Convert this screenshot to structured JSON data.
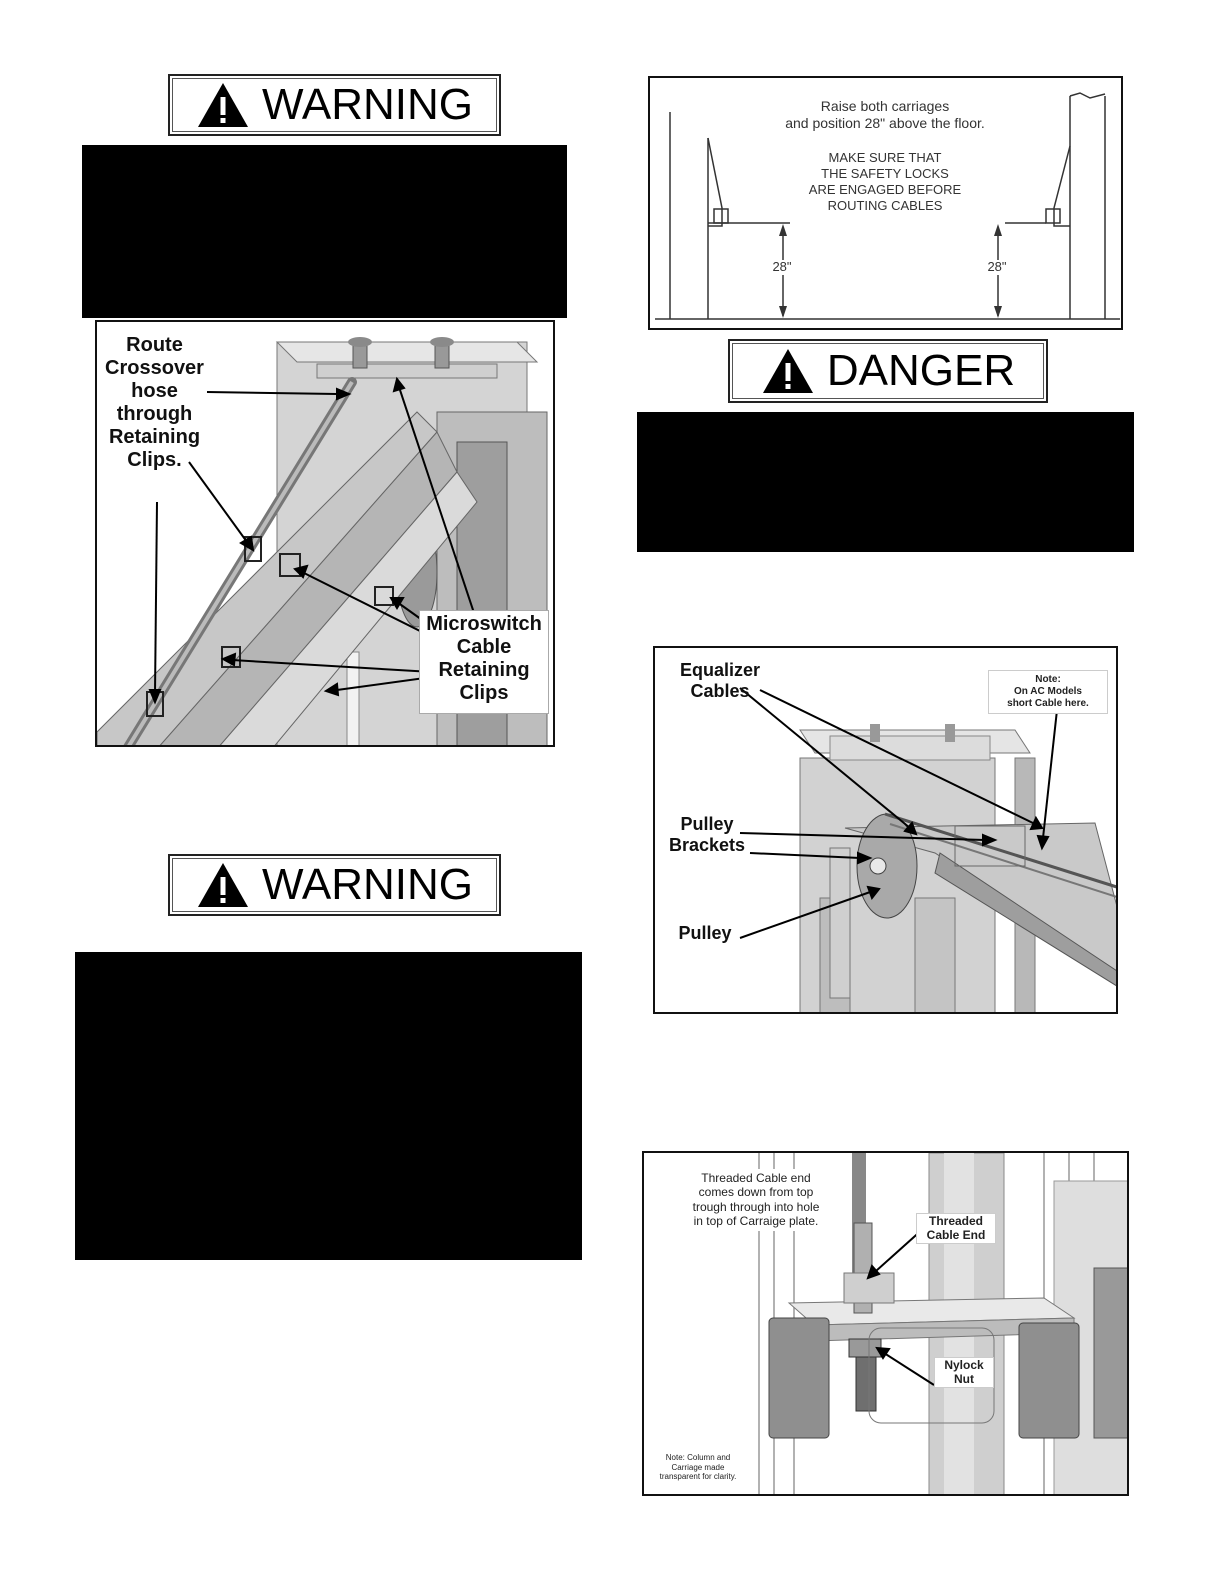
{
  "signs": {
    "warning_top": "WARNING",
    "warning_bottom": "WARNING",
    "danger": "DANGER"
  },
  "fig_hose": {
    "route_label": "Route\nCrossover\nhose\nthrough\nRetaining\nClips.",
    "micro_label": "Microswitch\nCable\nRetaining\nClips"
  },
  "fig_carriage": {
    "line1": "Raise both carriages",
    "line2": "and position 28\" above the floor.",
    "caps1": "MAKE SURE THAT",
    "caps2": "THE SAFETY LOCKS",
    "caps3": "ARE ENGAGED BEFORE",
    "caps4": "ROUTING CABLES",
    "dim_left": "28\"",
    "dim_right": "28\""
  },
  "fig_pulley": {
    "equalizer": "Equalizer\nCables",
    "brackets": "Pulley\nBrackets",
    "pulley": "Pulley",
    "note": "Note:\nOn AC Models\nshort Cable here."
  },
  "fig_cable": {
    "threaded_note": "Threaded Cable end\ncomes down from top\ntrough through into hole\nin top of Carraige plate.",
    "threaded_end": "Threaded\nCable End",
    "nylock": "Nylock\nNut",
    "transparent_note": "Note: Column and\nCarriage made\ntransparent for clarity."
  }
}
